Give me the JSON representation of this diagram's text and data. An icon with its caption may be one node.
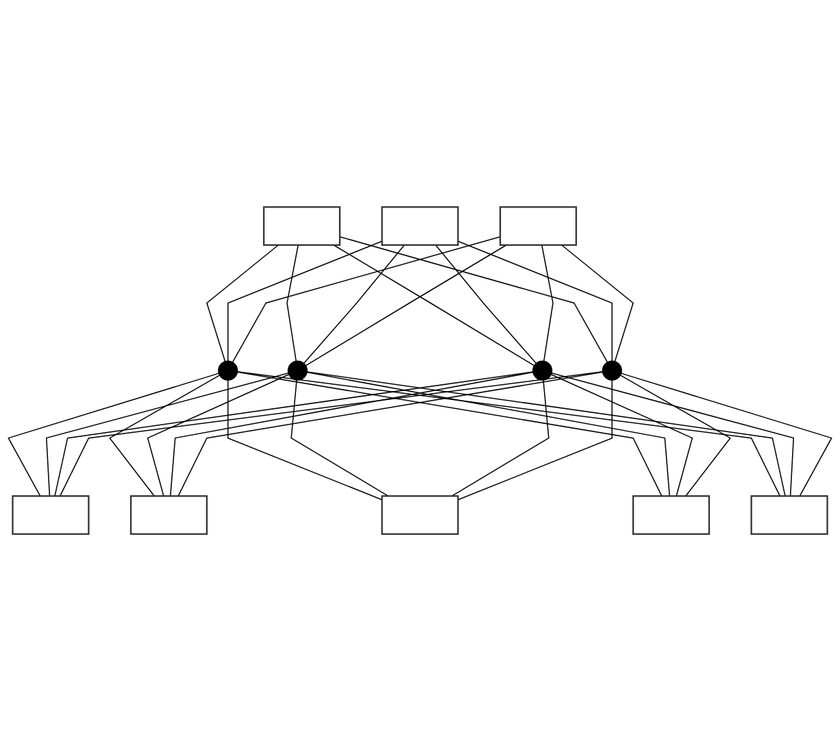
{
  "diagram": {
    "nodes": [
      {
        "text": [],
        "shape": "box"
      },
      {
        "text": [],
        "shape": "box"
      },
      {
        "text": [],
        "shape": "box"
      },
      {
        "text": [],
        "shape": "box"
      },
      {
        "text": [],
        "shape": "box"
      },
      {
        "text": [],
        "shape": "box"
      },
      {
        "text": [],
        "shape": "box"
      },
      {
        "text": [],
        "shape": "box"
      },
      {
        "text": [],
        "shape": "circle"
      },
      {
        "text": [],
        "shape": "circle"
      },
      {
        "text": [],
        "shape": "circle"
      },
      {
        "text": [],
        "shape": "circle"
      }
    ],
    "edges": [
      {
        "from": 0,
        "to": 8,
        "arrow": "none"
      },
      {
        "from": 0,
        "to": 9,
        "arrow": "none"
      },
      {
        "from": 0,
        "to": 10,
        "arrow": "none"
      },
      {
        "from": 0,
        "to": 11,
        "arrow": "none"
      },
      {
        "from": 1,
        "to": 8,
        "arrow": "none"
      },
      {
        "from": 1,
        "to": 9,
        "arrow": "none"
      },
      {
        "from": 1,
        "to": 10,
        "arrow": "none"
      },
      {
        "from": 1,
        "to": 11,
        "arrow": "none"
      },
      {
        "from": 2,
        "to": 8,
        "arrow": "none"
      },
      {
        "from": 2,
        "to": 9,
        "arrow": "none"
      },
      {
        "from": 2,
        "to": 10,
        "arrow": "none"
      },
      {
        "from": 2,
        "to": 11,
        "arrow": "none"
      },
      {
        "from": 3,
        "to": 8,
        "arrow": "none"
      },
      {
        "from": 3,
        "to": 9,
        "arrow": "none"
      },
      {
        "from": 3,
        "to": 10,
        "arrow": "none"
      },
      {
        "from": 3,
        "to": 11,
        "arrow": "none"
      },
      {
        "from": 4,
        "to": 8,
        "arrow": "none"
      },
      {
        "from": 4,
        "to": 9,
        "arrow": "none"
      },
      {
        "from": 4,
        "to": 10,
        "arrow": "none"
      },
      {
        "from": 4,
        "to": 11,
        "arrow": "none"
      },
      {
        "from": 5,
        "to": 8,
        "arrow": "none"
      },
      {
        "from": 5,
        "to": 9,
        "arrow": "none"
      },
      {
        "from": 5,
        "to": 10,
        "arrow": "none"
      },
      {
        "from": 5,
        "to": 11,
        "arrow": "none"
      },
      {
        "from": 6,
        "to": 8,
        "arrow": "none"
      },
      {
        "from": 6,
        "to": 9,
        "arrow": "none"
      },
      {
        "from": 6,
        "to": 10,
        "arrow": "none"
      },
      {
        "from": 6,
        "to": 11,
        "arrow": "none"
      },
      {
        "from": 7,
        "to": 8,
        "arrow": "none"
      },
      {
        "from": 7,
        "to": 9,
        "arrow": "none"
      },
      {
        "from": 7,
        "to": 10,
        "arrow": "none"
      },
      {
        "from": 7,
        "to": 11,
        "arrow": "none"
      }
    ]
  }
}
